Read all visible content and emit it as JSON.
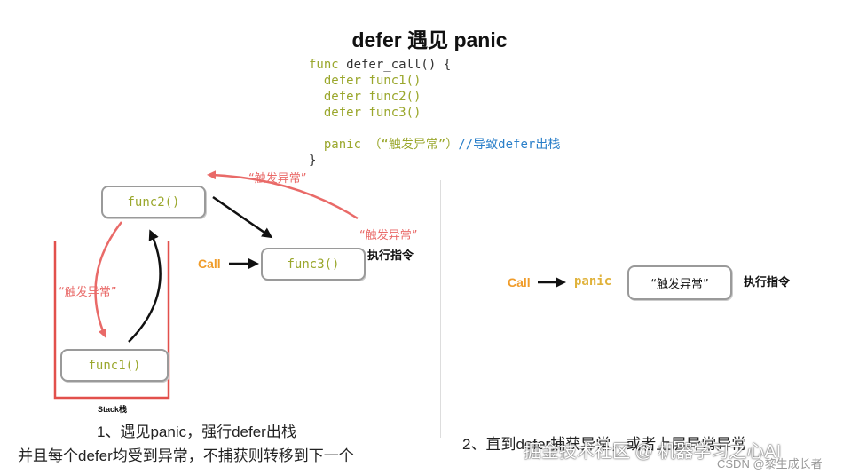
{
  "title": "defer 遇见 panic",
  "code": {
    "line1_kw": "func",
    "line1_rest": " defer_call() {",
    "line2_kw": "defer",
    "line2_fn": "func1()",
    "line3_kw": "defer",
    "line3_fn": "func2()",
    "line4_kw": "defer",
    "line4_fn": "func3()",
    "line5_kw": "panic",
    "line5_arg": "（“触发异常”）",
    "line5_comment": "//导致defer出栈",
    "line6": "}"
  },
  "left": {
    "func2_label": "func2()",
    "func3_label": "func3()",
    "func1_label": "func1()",
    "panic_label_top": "“触发异常”",
    "panic_label_right": "“触发异常”",
    "panic_label_left": "“触发异常”",
    "call_label": "Call",
    "exec_label": "执行指令",
    "stack_label": "Stack栈",
    "caption_line1": "1、遇见panic，强行defer出栈",
    "caption_line2": "并且每个defer均受到异常，不捕获则转移到下一个"
  },
  "right": {
    "call_label": "Call",
    "panic_label": "panic",
    "box_label": "“触发异常”",
    "exec_label": "执行指令",
    "caption": "2、直到defer捕获异常，或者上层异常异常"
  },
  "watermarks": {
    "main": "掘金技术社区 @ 机器学习之心AI",
    "small": "CSDN @黎生成长者"
  },
  "colors": {
    "red_arrow": "#e96a68",
    "black_arrow": "#111111",
    "stack_red": "#e2504c",
    "call_orange": "#f09c2a",
    "code_green": "#9aa72c",
    "comment_blue": "#2a7fc9"
  }
}
